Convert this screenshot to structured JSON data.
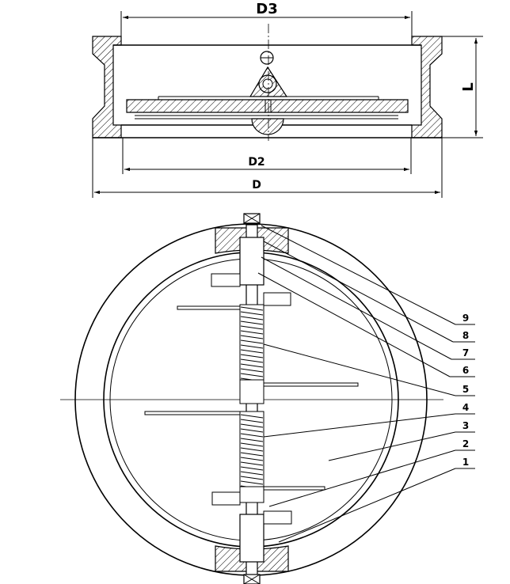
{
  "dimensions": {
    "top_diameter": "D3",
    "length": "L",
    "inner_diameter": "D2",
    "outer_diameter": "D"
  },
  "callouts": [
    "9",
    "8",
    "7",
    "6",
    "5",
    "4",
    "3",
    "2",
    "1"
  ]
}
